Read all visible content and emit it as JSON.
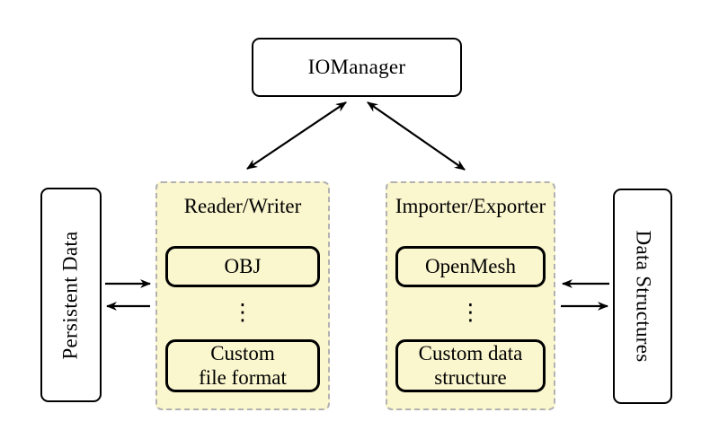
{
  "diagram": {
    "nodes": {
      "iomanager": {
        "label": "IOManager"
      },
      "persistent_data": {
        "label": "Persistent Data"
      },
      "data_structures": {
        "label": "Data Structures"
      }
    },
    "panels": {
      "reader_writer": {
        "title": "Reader/Writer",
        "top_item": "OBJ",
        "ellipsis": "⋮",
        "bottom_item": "Custom\nfile format"
      },
      "importer_exporter": {
        "title": "Importer/Exporter",
        "top_item": "OpenMesh",
        "ellipsis": "⋮",
        "bottom_item": "Custom data\nstructure"
      }
    },
    "colors": {
      "background": "#ffffff",
      "panel_fill": "#faf6ce",
      "panel_border": "#b2b2b2",
      "node_fill": "#ffffff",
      "line": "#000000"
    }
  }
}
